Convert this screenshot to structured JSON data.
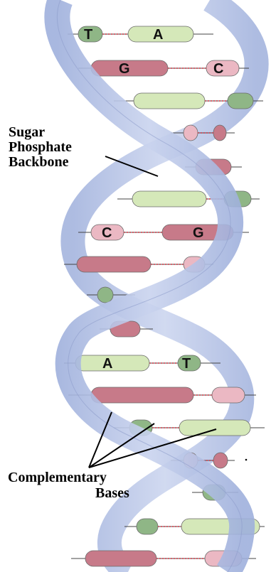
{
  "labels": {
    "backbone": "Sugar\nPhosphate\nBackbone",
    "complementary_line1": "Complementary",
    "complementary_line2": "Bases"
  },
  "base_letters": [
    "T",
    "A",
    "G",
    "C",
    "C",
    "G",
    "A",
    "T"
  ],
  "colors": {
    "backbone": "#b9c5e6",
    "backbone_edge": "#8d9dcc",
    "green_light": "#d5e8b9",
    "green_dark": "#8fb686",
    "pink_dark": "#c77a89",
    "pink_light": "#ebb8c3",
    "bond_dots": "#d0303f"
  }
}
